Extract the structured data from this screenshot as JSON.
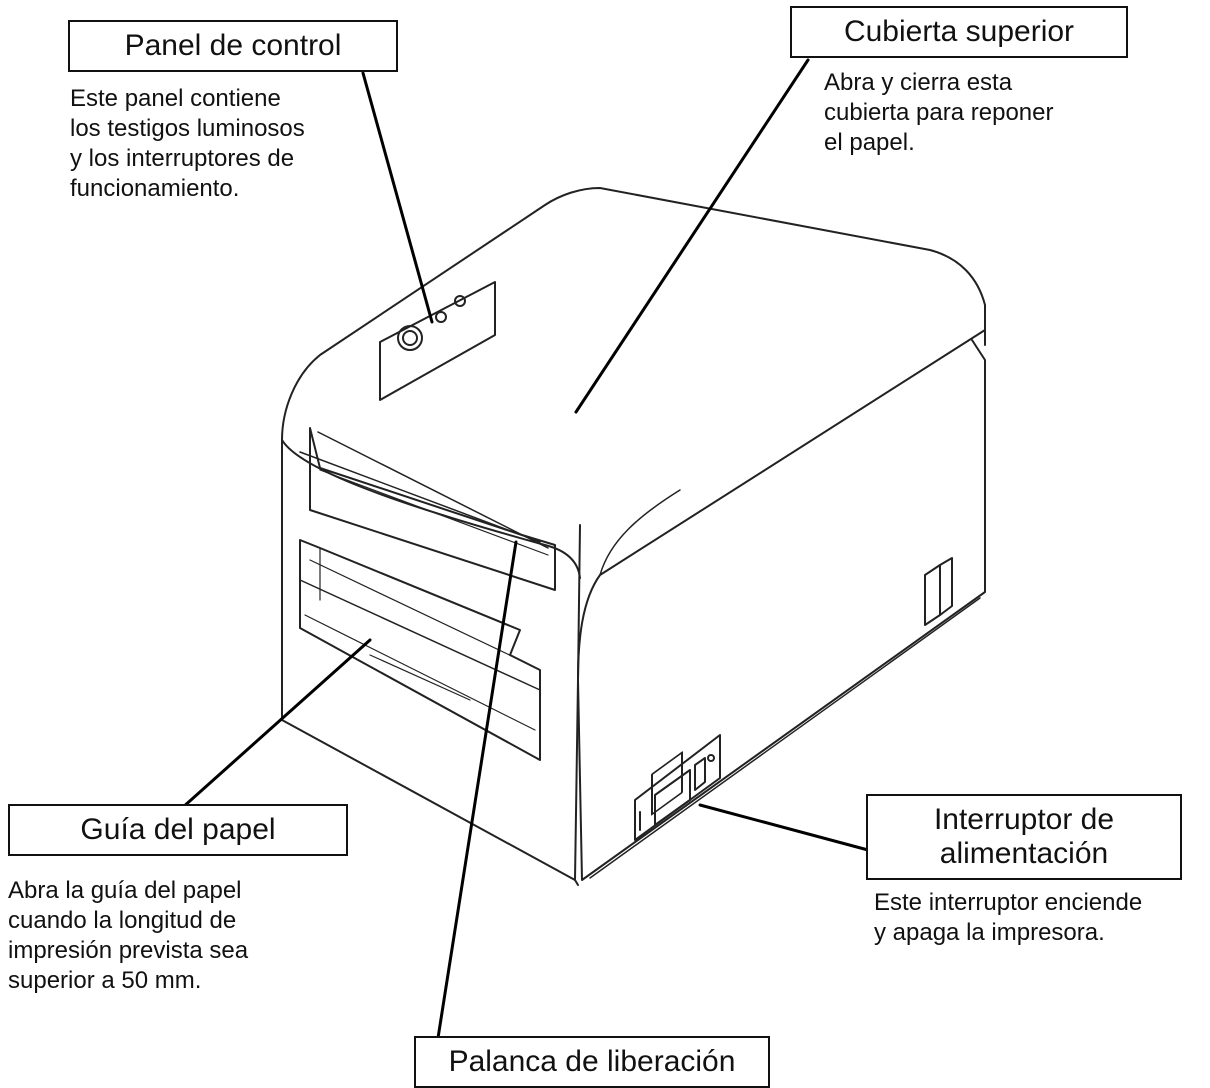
{
  "callouts": {
    "control_panel": {
      "title": "Panel de control",
      "description": "Este panel contiene\nlos testigos luminosos\ny los interruptores de\nfuncionamiento."
    },
    "top_cover": {
      "title": "Cubierta superior",
      "description": "Abra y cierra esta\ncubierta para reponer\nel papel."
    },
    "paper_guide": {
      "title": "Guía del papel",
      "description": "Abra la guía del papel\ncuando la longitud de\nimpresión prevista sea\nsuperior a 50 mm."
    },
    "power_switch": {
      "title": "Interruptor de\nalimentación",
      "description": "Este interruptor enciende\ny apaga la impresora."
    },
    "release_lever": {
      "title": "Palanca de liberación"
    }
  }
}
